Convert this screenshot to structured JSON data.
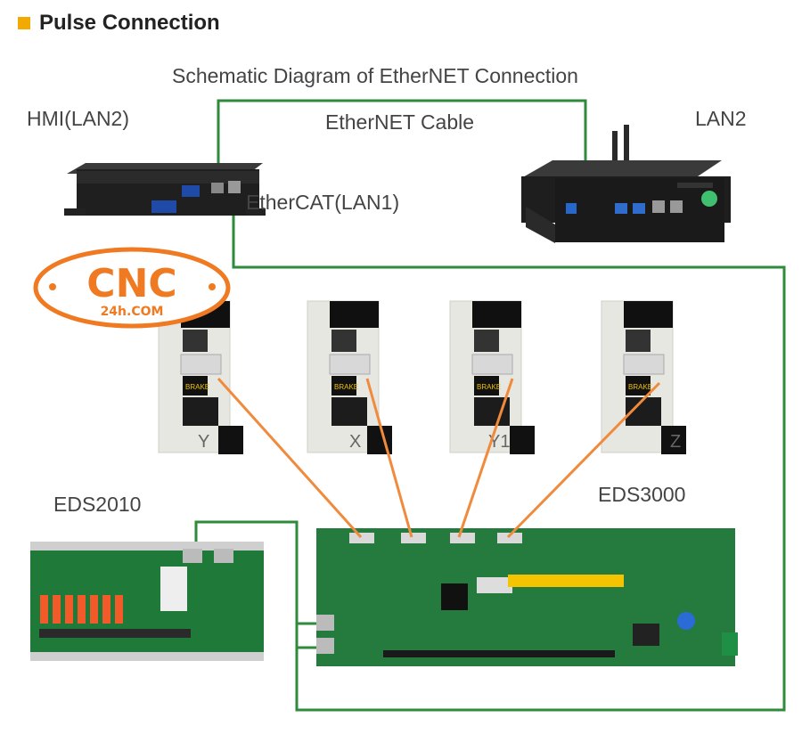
{
  "heading": {
    "title": "Pulse Connection",
    "accent_color": "#f2a900"
  },
  "diagram_title": "Schematic Diagram of EtherNET Connection",
  "labels": {
    "hmi": "HMI(LAN2)",
    "ethernet_cable": "EtherNET Cable",
    "lan2": "LAN2",
    "ethercat": "EtherCAT(LAN1)",
    "eds2010": "EDS2010",
    "eds3000": "EDS3000"
  },
  "drives": [
    {
      "axis": "Y",
      "brake": "BRAKE"
    },
    {
      "axis": "X",
      "brake": "BRAKE"
    },
    {
      "axis": "Y1",
      "brake": "BRAKE"
    },
    {
      "axis": "Z",
      "brake": "BRAKE"
    }
  ],
  "logo": {
    "main": "CNC",
    "sub": "24h.COM",
    "color": "#f07a22"
  },
  "colors": {
    "network_line": "#2e8b3a",
    "signal_line": "#f08a3c"
  }
}
